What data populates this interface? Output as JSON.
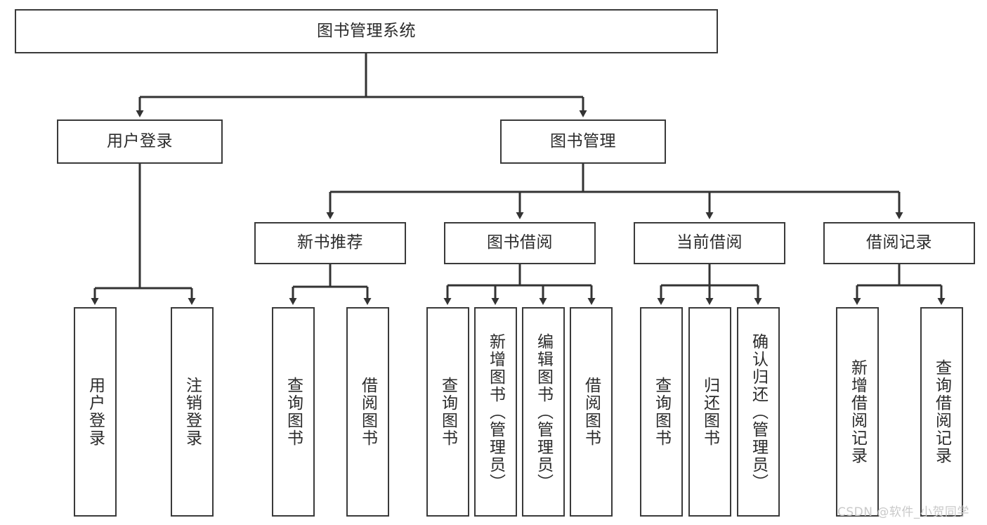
{
  "diagram": {
    "title": "图书管理系统",
    "type": "tree-hierarchy-chart",
    "colors": {
      "box_border": "#3a3a3a",
      "box_fill": "#ffffff",
      "text": "#2b2b2b",
      "edge": "#333333",
      "watermark": "#c9c9c9",
      "background": "#ffffff"
    },
    "root": {
      "label": "图书管理系统"
    },
    "level2": [
      {
        "label": "用户登录"
      },
      {
        "label": "图书管理"
      }
    ],
    "level3": [
      {
        "label": "新书推荐"
      },
      {
        "label": "图书借阅"
      },
      {
        "label": "当前借阅"
      },
      {
        "label": "借阅记录"
      }
    ],
    "leaves": {
      "user_login": [
        {
          "label": "用户登录"
        },
        {
          "label": "注销登录"
        }
      ],
      "new_book_recommend": [
        {
          "label": "查询图书"
        },
        {
          "label": "借阅图书"
        }
      ],
      "book_borrow": [
        {
          "label": "查询图书"
        },
        {
          "label": "新增图书（管理员）"
        },
        {
          "label": "编辑图书（管理员）"
        },
        {
          "label": "借阅图书"
        }
      ],
      "current_borrow": [
        {
          "label": "查询图书"
        },
        {
          "label": "归还图书"
        },
        {
          "label": "确认归还（管理员）"
        }
      ],
      "borrow_record": [
        {
          "label": "新增借阅记录"
        },
        {
          "label": "查询借阅记录"
        }
      ]
    }
  },
  "watermark": {
    "text": "CSDN @软件_小贺同学"
  }
}
